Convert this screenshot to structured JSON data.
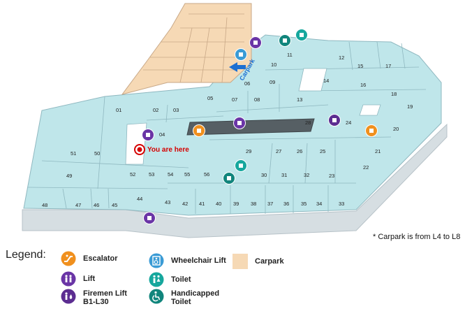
{
  "map": {
    "you_are_here": "You are here",
    "carpark_arrow_label": "Carpark",
    "units": [
      "01",
      "02",
      "03",
      "04",
      "05",
      "06",
      "07",
      "08",
      "09",
      "10",
      "11",
      "12",
      "13",
      "14",
      "15",
      "16",
      "17",
      "18",
      "19",
      "20",
      "21",
      "22",
      "23",
      "24",
      "25",
      "26",
      "27",
      "28",
      "29",
      "30",
      "31",
      "32",
      "33",
      "34",
      "35",
      "36",
      "37",
      "38",
      "39",
      "40",
      "41",
      "42",
      "43",
      "44",
      "45",
      "46",
      "47",
      "48",
      "49",
      "50",
      "51",
      "52",
      "53",
      "54",
      "55",
      "56"
    ],
    "note": "* Carpark is from L4 to L8"
  },
  "legend": {
    "title": "Legend:",
    "items": [
      {
        "label": "Escalator",
        "icon": "escalator-icon",
        "color": "#f0901e"
      },
      {
        "label": "Wheelchair Lift",
        "icon": "wheelchair-lift-icon",
        "color": "#3a9bd5"
      },
      {
        "label": "Carpark",
        "icon": "carpark-swatch",
        "color": "#f6d9b5"
      },
      {
        "label": "Lift",
        "icon": "lift-icon",
        "color": "#6a35a6"
      },
      {
        "label": "Toilet",
        "icon": "toilet-icon",
        "color": "#16a79d"
      },
      {
        "label": "Firemen Lift\nB1-L30",
        "icon": "firemen-lift-icon",
        "color": "#5c2d91"
      },
      {
        "label": "Handicapped\nToilet",
        "icon": "handicapped-toilet-icon",
        "color": "#11857c"
      }
    ]
  }
}
